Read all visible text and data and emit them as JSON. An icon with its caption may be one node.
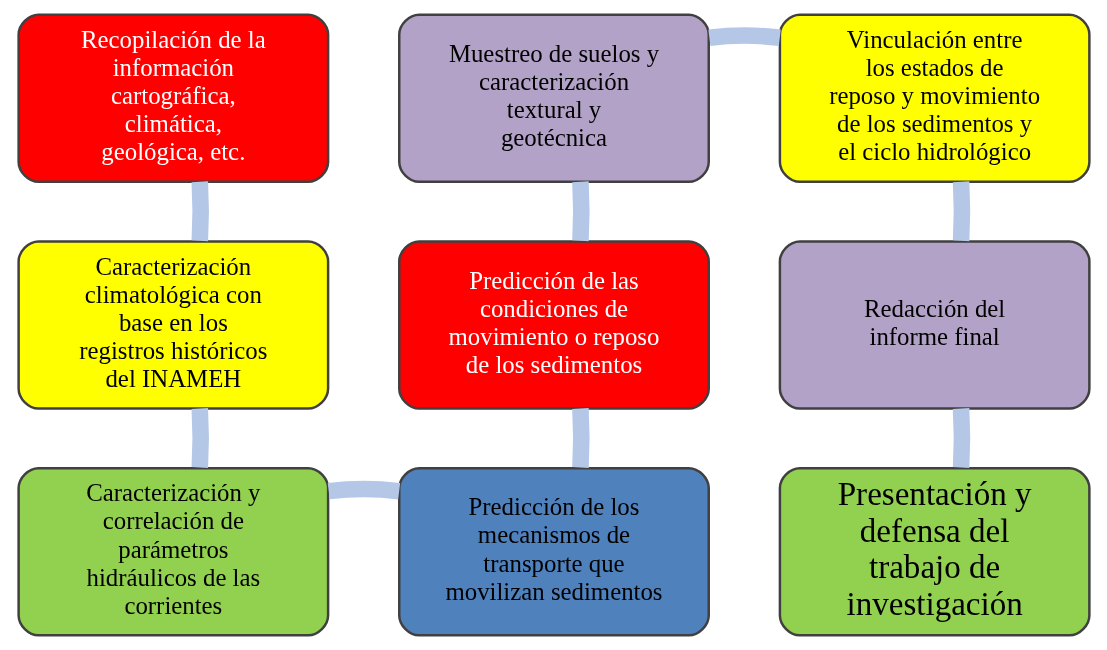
{
  "diagram": {
    "nodes": [
      {
        "text": [
          "Recopilación de la información cartográfica, climática, geológica, etc."
        ]
      },
      {
        "text": [
          "Caracterización climatológica con base en los registros históricos del INAMEH"
        ]
      },
      {
        "text": [
          "Caracterización y correlación de parámetros hidráulicos de las corrientes"
        ]
      },
      {
        "text": [
          "Predicción de los mecanismos de transporte que movilizan sedimentos"
        ]
      },
      {
        "text": [
          "Predicción de las condiciones de movimiento o reposo de los sedimentos"
        ]
      },
      {
        "text": [
          "Muestreo de suelos y caracterización textural y geotécnica"
        ]
      },
      {
        "text": [
          "Vinculación entre los estados de reposo y movimiento de los sedimentos y el ciclo hidrológico"
        ]
      },
      {
        "text": [
          "Redacción del informe final"
        ]
      },
      {
        "text": [
          "Presentación y defensa del trabajo de investigación"
        ]
      }
    ],
    "edges": [
      {
        "from": 0,
        "to": 1,
        "arrow": "none"
      },
      {
        "from": 1,
        "to": 2,
        "arrow": "none"
      },
      {
        "from": 2,
        "to": 3,
        "arrow": "none"
      },
      {
        "from": 3,
        "to": 4,
        "arrow": "none"
      },
      {
        "from": 4,
        "to": 5,
        "arrow": "none"
      },
      {
        "from": 5,
        "to": 6,
        "arrow": "none"
      },
      {
        "from": 6,
        "to": 7,
        "arrow": "none"
      },
      {
        "from": 7,
        "to": 8,
        "arrow": "none"
      }
    ]
  }
}
